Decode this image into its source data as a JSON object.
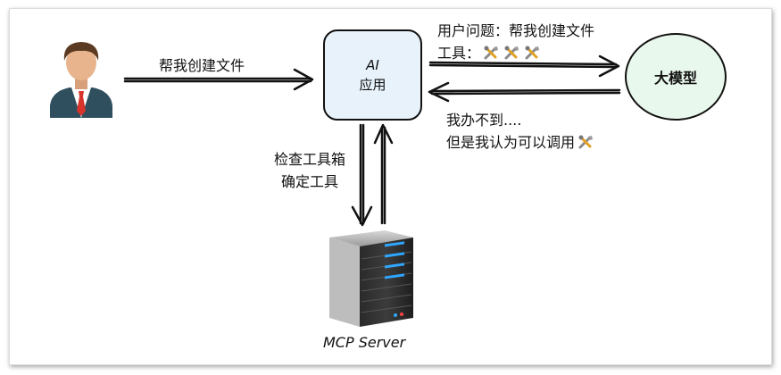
{
  "user_request": "帮我创建文件",
  "ai_app": {
    "line1": "AI",
    "line2": "应用"
  },
  "llm": {
    "label": "大模型"
  },
  "to_llm": {
    "line1": "用户问题：帮我创建文件",
    "line2_prefix": "工具："
  },
  "from_llm": {
    "line1": "我办不到....",
    "line2": "但是我认为可以调用"
  },
  "mcp_flow": {
    "line1": "检查工具箱",
    "line2": "确定工具"
  },
  "server": {
    "label": "MCP Server"
  },
  "icons": [
    "user-avatar-icon",
    "tools-icon",
    "server-icon"
  ]
}
